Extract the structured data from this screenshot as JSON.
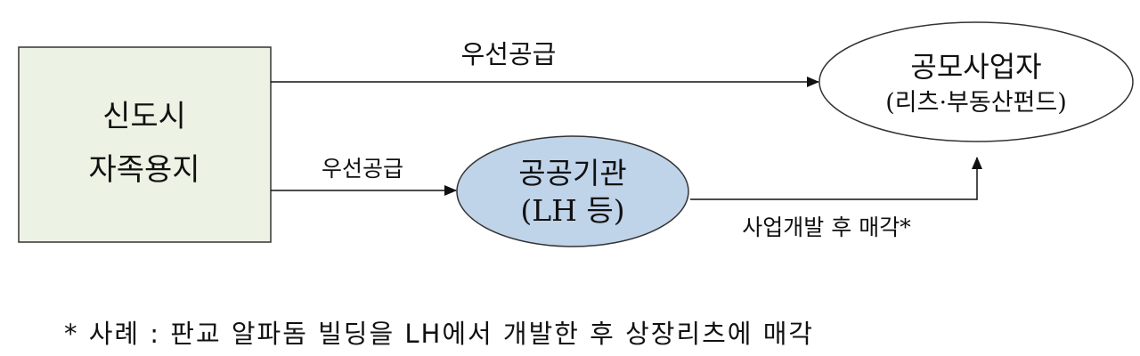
{
  "source_box": {
    "line1": "신도시",
    "line2": "자족용지",
    "fill": "#edf3e4",
    "stroke": "#333333"
  },
  "public_agency": {
    "line1": "공공기관",
    "line2": "(LH 등)",
    "fill": "#bfd3e9",
    "stroke": "#333333"
  },
  "contest_operator": {
    "line1": "공모사업자",
    "line2": "(리츠·부동산펀드)",
    "fill": "#ffffff",
    "stroke": "#333333"
  },
  "arrows": {
    "top_label": "우선공급",
    "middle_label": "우선공급",
    "bottom_label": "사업개발 후 매각*"
  },
  "footnote": {
    "text": "* 사례 : 판교 알파돔 빌딩을 LH에서 개발한 후 상장리츠에 매각"
  }
}
